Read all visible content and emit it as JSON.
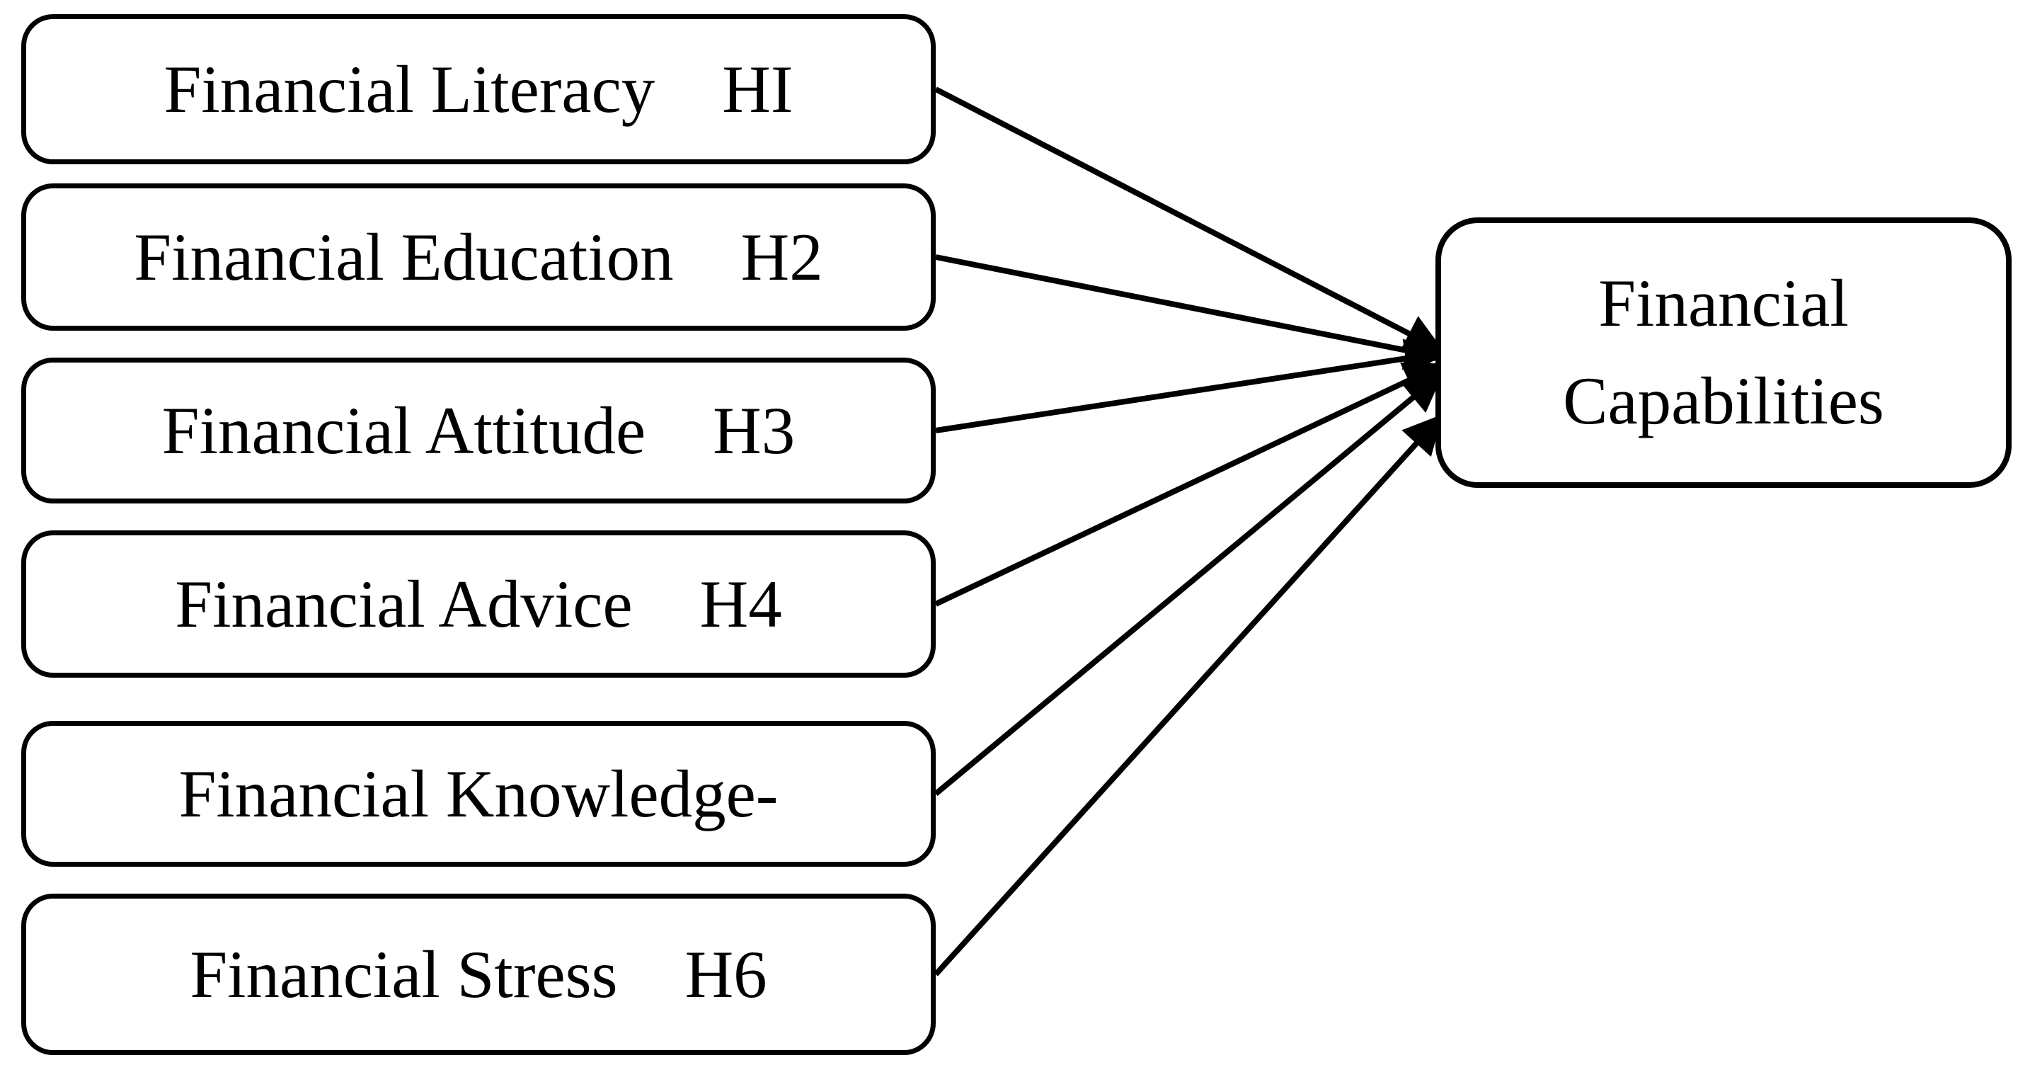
{
  "diagram": {
    "type": "conceptual-model",
    "predictors": [
      {
        "label": "Financial Literacy",
        "code": "HI"
      },
      {
        "label": "Financial Education",
        "code": "H2"
      },
      {
        "label": "Financial Attitude",
        "code": "H3"
      },
      {
        "label": "Financial Advice",
        "code": "H4"
      },
      {
        "label": "Financial Knowledge-",
        "code": ""
      },
      {
        "label": "Financial Stress",
        "code": "H6"
      }
    ],
    "outcome": {
      "line1": "Financial",
      "line2": "Capabilities"
    },
    "edges": [
      {
        "from": "Financial Literacy",
        "to": "Financial Capabilities"
      },
      {
        "from": "Financial Education",
        "to": "Financial Capabilities"
      },
      {
        "from": "Financial Attitude",
        "to": "Financial Capabilities"
      },
      {
        "from": "Financial Advice",
        "to": "Financial Capabilities"
      },
      {
        "from": "Financial Knowledge-",
        "to": "Financial Capabilities"
      },
      {
        "from": "Financial Stress",
        "to": "Financial Capabilities"
      }
    ],
    "colors": {
      "stroke": "#000000",
      "fill": "#ffffff",
      "background": "#ffffff"
    }
  }
}
